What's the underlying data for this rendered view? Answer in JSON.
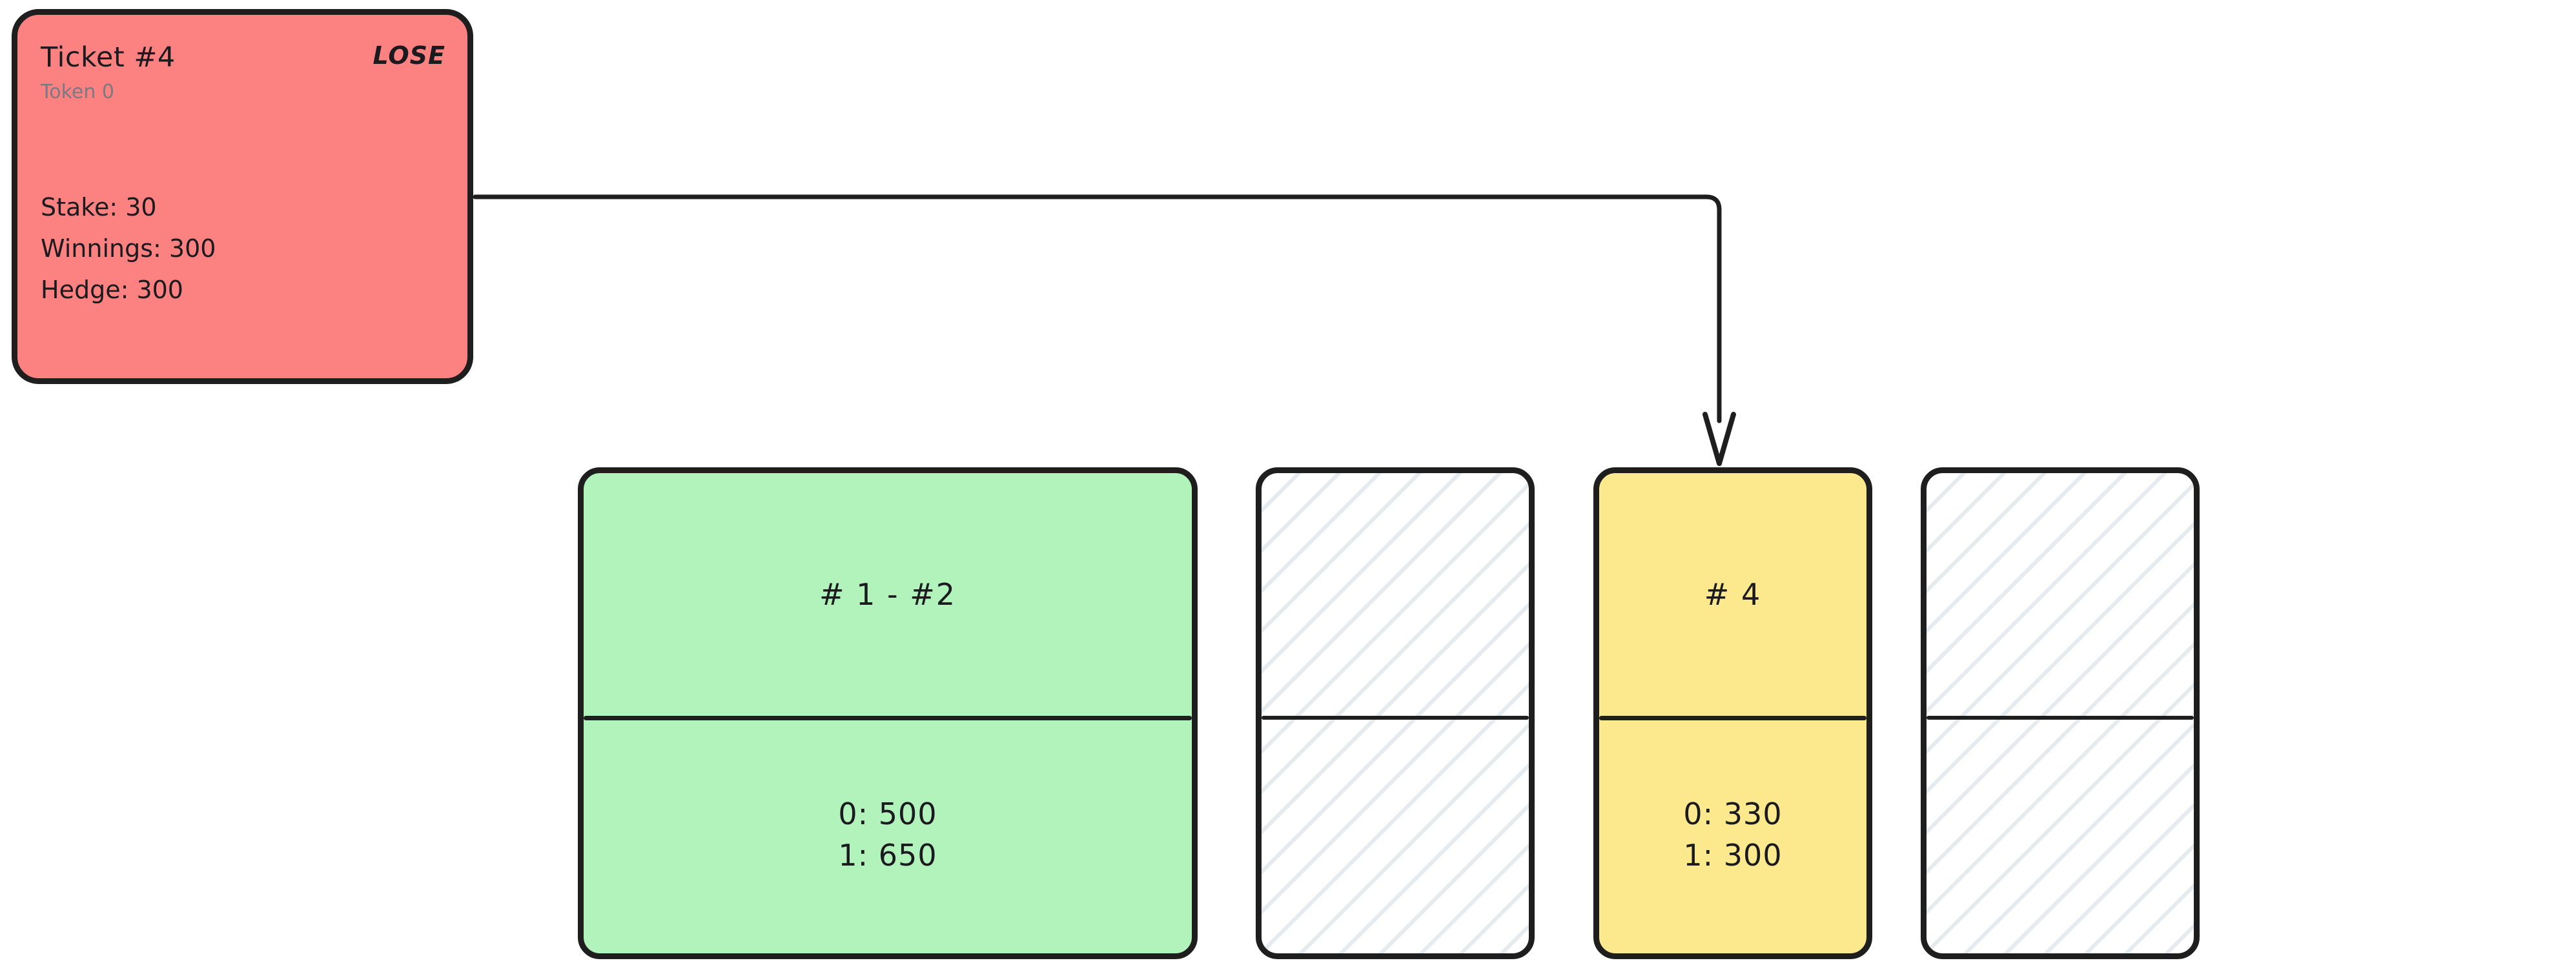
{
  "ticket": {
    "title": "Ticket #4",
    "result": "LOSE",
    "token": "Token 0",
    "stats": [
      "Stake: 30",
      "Winnings: 300",
      "Hedge: 300"
    ],
    "fill_color": "#fc8181",
    "stroke_color": "#1e1e1e"
  },
  "connector": {
    "kind": "elbow-arrow",
    "from": "ticket-card",
    "to": "slot-3",
    "stroke_color": "#1e1e1e"
  },
  "slots": [
    {
      "state": "filled",
      "fill_color": "#b2f2bb",
      "label": "# 1  -  #2",
      "values": [
        "0: 500",
        "1: 650"
      ]
    },
    {
      "state": "empty",
      "fill_color": "#ffffff",
      "label": "",
      "values": [
        "",
        ""
      ]
    },
    {
      "state": "filled",
      "fill_color": "#fce98e",
      "label": "# 4",
      "values": [
        "0: 330",
        "1: 300"
      ]
    },
    {
      "state": "empty",
      "fill_color": "#ffffff",
      "label": "",
      "values": [
        "",
        ""
      ]
    }
  ]
}
